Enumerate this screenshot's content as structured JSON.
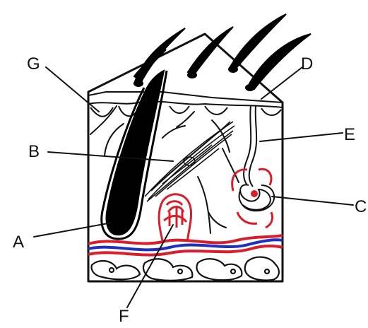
{
  "diagram": {
    "labels": {
      "A": "A",
      "B": "B",
      "C": "C",
      "D": "D",
      "E": "E",
      "F": "F",
      "G": "G"
    },
    "colors": {
      "outline": "#111111",
      "hair": "#000000",
      "artery": "#d81e2a",
      "vein": "#1f2fbf",
      "background": "#ffffff"
    },
    "icons": {
      "hair_follicle": "hair-follicle-icon",
      "muscle": "arrector-pili-muscle-icon",
      "sweat_gland": "sweat-gland-icon",
      "capillary_bed": "capillary-bed-icon",
      "fat_tissue": "fat-tissue-icon",
      "blood_vessels": "blood-vessel-icon"
    }
  }
}
